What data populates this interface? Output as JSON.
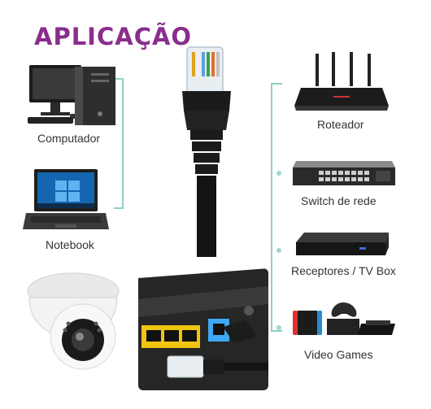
{
  "title": "APLICAÇÃO",
  "left_devices": [
    {
      "label": "Computador",
      "icon": "desktop-computer-icon"
    },
    {
      "label": "Notebook",
      "icon": "laptop-icon"
    }
  ],
  "right_devices": [
    {
      "label": "Roteador",
      "icon": "router-icon"
    },
    {
      "label": "Switch de rede",
      "icon": "network-switch-icon"
    },
    {
      "label": "Receptores / TV Box",
      "icon": "tv-box-icon"
    },
    {
      "label": "Video Games",
      "icon": "game-console-icon"
    }
  ],
  "colors": {
    "title": "#8a2d8c",
    "connector": "#8fd0c8",
    "port": "#f1c40f",
    "port_blue": "#3fa9f5"
  }
}
